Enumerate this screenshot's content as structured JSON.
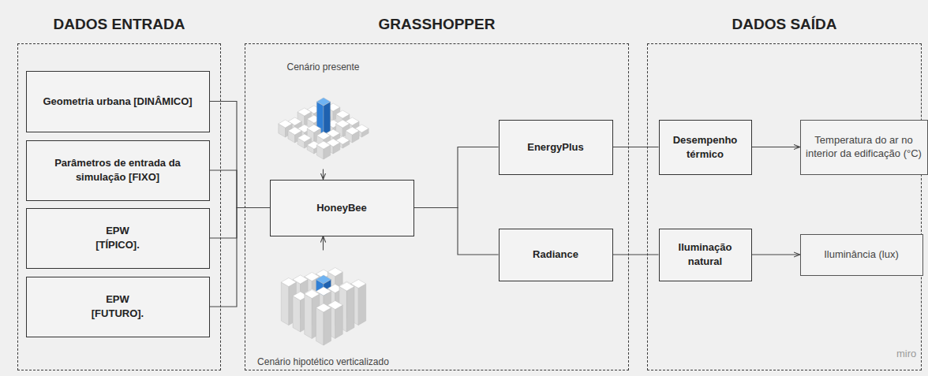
{
  "diagram": {
    "nodes": [
      {
        "text": [
          "DADOS ENTRADA"
        ]
      },
      {
        "text": [
          "Geometria urbana [DINÂMICO]"
        ],
        "in": 0
      },
      {
        "text": [
          "Parâmetros de entrada da simulação [FIXO]"
        ],
        "in": 0
      },
      {
        "text": [
          "EPW [TÍPICO]."
        ],
        "in": 0
      },
      {
        "text": [
          "EPW [FUTURO]."
        ],
        "in": 0
      },
      {
        "text": [
          "GRASSHOPPER"
        ]
      },
      {
        "text": [
          "Cenário presente"
        ],
        "in": 5
      },
      {
        "text": [
          "HoneyBee"
        ],
        "in": 5
      },
      {
        "text": [
          "Cenário hipotético verticalizado"
        ],
        "in": 5
      },
      {
        "text": [
          "EnergyPlus"
        ],
        "in": 5
      },
      {
        "text": [
          "Radiance"
        ],
        "in": 5
      },
      {
        "text": [
          "DADOS SAÍDA"
        ]
      },
      {
        "text": [
          "Desempenho térmico"
        ],
        "in": 11
      },
      {
        "text": [
          "Iluminação natural"
        ],
        "in": 11
      },
      {
        "text": [
          "Temperatura do ar no interior da edificação (°C)"
        ],
        "in": 11
      },
      {
        "text": [
          "Iluminância (lux)"
        ],
        "in": 11
      }
    ],
    "edges": [
      {
        "from": 1,
        "to": 7,
        "arrow": "none"
      },
      {
        "from": 2,
        "to": 7,
        "arrow": "none"
      },
      {
        "from": 3,
        "to": 7,
        "arrow": "none"
      },
      {
        "from": 4,
        "to": 7,
        "arrow": "none"
      },
      {
        "from": 6,
        "to": 7,
        "arrow": "to"
      },
      {
        "from": 8,
        "to": 7,
        "arrow": "to"
      },
      {
        "from": 7,
        "to": 9,
        "arrow": "none"
      },
      {
        "from": 7,
        "to": 10,
        "arrow": "none"
      },
      {
        "from": 9,
        "to": 12,
        "arrow": "none"
      },
      {
        "from": 10,
        "to": 13,
        "arrow": "none"
      },
      {
        "from": 12,
        "to": 14,
        "arrow": "to"
      },
      {
        "from": 13,
        "to": 15,
        "arrow": "to"
      }
    ],
    "labels": [
      "miro"
    ]
  }
}
